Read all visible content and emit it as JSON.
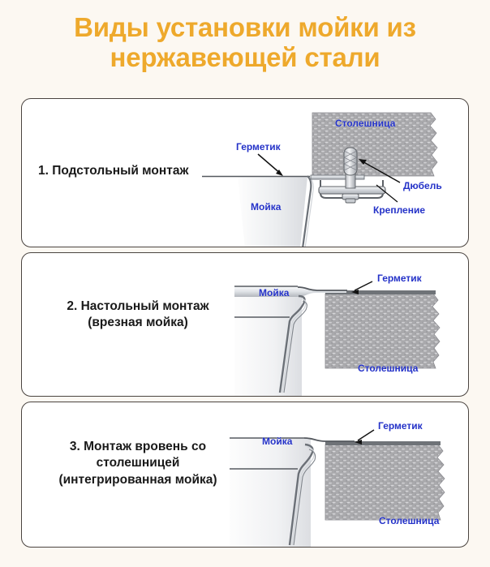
{
  "title": {
    "line1": "Виды установки мойки из",
    "line2": "нержавеющей стали",
    "color": "#eea92c"
  },
  "colors": {
    "page_background": "#fcf8f2",
    "panel_background": "#ffffff",
    "panel_border": "#4a4440",
    "label_blue": "#2432c8",
    "heading_black": "#1a1a1a",
    "countertop_gray": "#a9a9ac",
    "sink_gray": "#e9eaec",
    "outline_gray": "#5d6166"
  },
  "panels": [
    {
      "id": "panel-1",
      "heading": "1. Подстольный монтаж",
      "labels": {
        "countertop": "Столешница",
        "sealant": "Герметик",
        "sink": "Мойка",
        "dowel": "Дюбель",
        "fastening": "Крепление"
      }
    },
    {
      "id": "panel-2",
      "heading_line1": "2. Настольный монтаж",
      "heading_line2": "(врезная мойка)",
      "labels": {
        "sealant": "Герметик",
        "sink": "Мойка",
        "countertop": "Столешница"
      }
    },
    {
      "id": "panel-3",
      "heading_line1": "3. Монтаж вровень со",
      "heading_line2": "столешницей",
      "heading_line3": "(интегрированная мойка)",
      "labels": {
        "sealant": "Герметик",
        "sink": "Мойка",
        "countertop": "Столешница"
      }
    }
  ]
}
